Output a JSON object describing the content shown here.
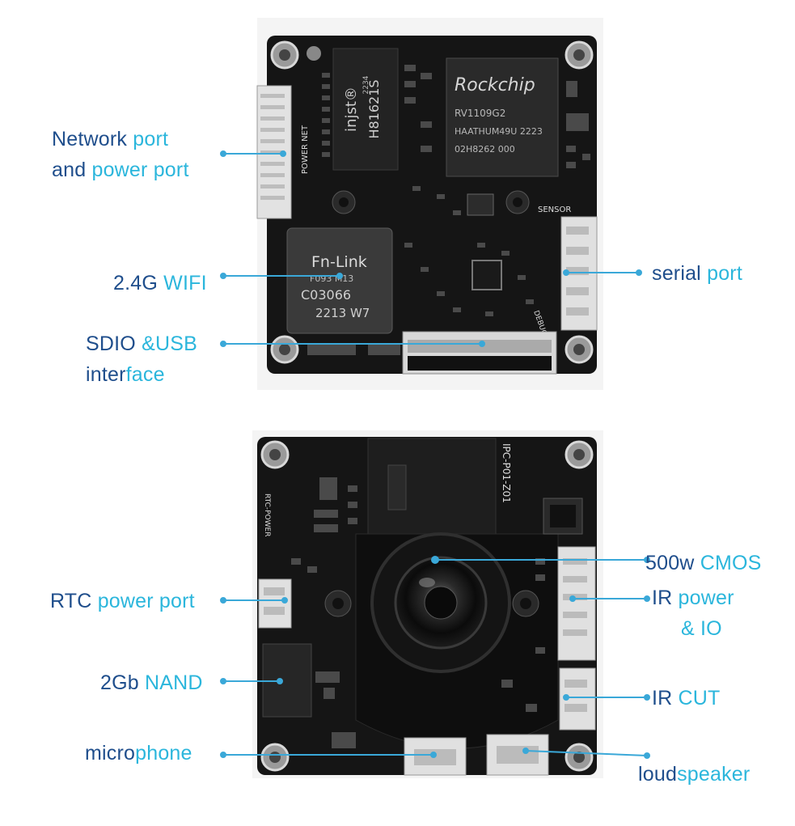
{
  "colors": {
    "label_dark": "#1f4e8c",
    "label_light": "#2bb6dc",
    "leader": "#3aa8d8",
    "board": "#151515"
  },
  "top_board": {
    "chip_texts": {
      "soc_brand": "Rockchip",
      "soc_line1": "RV1109G2",
      "soc_line2": "HAATHUM49U 2223",
      "soc_line3": "02H8262 000",
      "mag_brand": "injst®",
      "mag_code": "H81621S",
      "mag_num": "2234",
      "wifi_brand": "Fn-Link",
      "wifi_line1": "F093 M13",
      "wifi_line2": "C03066",
      "wifi_line3": "2213 W7",
      "silk_power": "POWER NET",
      "silk_sensor": "SENSOR",
      "silk_debug": "DEBUG"
    }
  },
  "bottom_board": {
    "chip_texts": {
      "silk_model": "IPC-P01-Z01",
      "silk_rtc": "RTC-POWER"
    }
  },
  "labels": {
    "network": {
      "p1": "Network ",
      "p2": "port",
      "p3": "and ",
      "p4": "power port"
    },
    "wifi": {
      "p1": "2.4G ",
      "p2": "WIFI"
    },
    "sdio": {
      "p1": "SDIO ",
      "p2": "&USB",
      "p3": "inter",
      "p4": "face"
    },
    "serial": {
      "p1": "serial ",
      "p2": "port"
    },
    "cmos": {
      "p1": "500w ",
      "p2": "CMOS"
    },
    "ir_power": {
      "p1": "IR ",
      "p2": "power",
      "p3": "& IO"
    },
    "ir_cut": {
      "p1": "IR ",
      "p2": "CUT"
    },
    "rtc": {
      "p1": "RTC ",
      "p2": "power port"
    },
    "nand": {
      "p1": "2Gb ",
      "p2": "NAND"
    },
    "mic": {
      "p1": "micro",
      "p2": "phone"
    },
    "speaker": {
      "p1": "loud",
      "p2": "speaker"
    }
  }
}
